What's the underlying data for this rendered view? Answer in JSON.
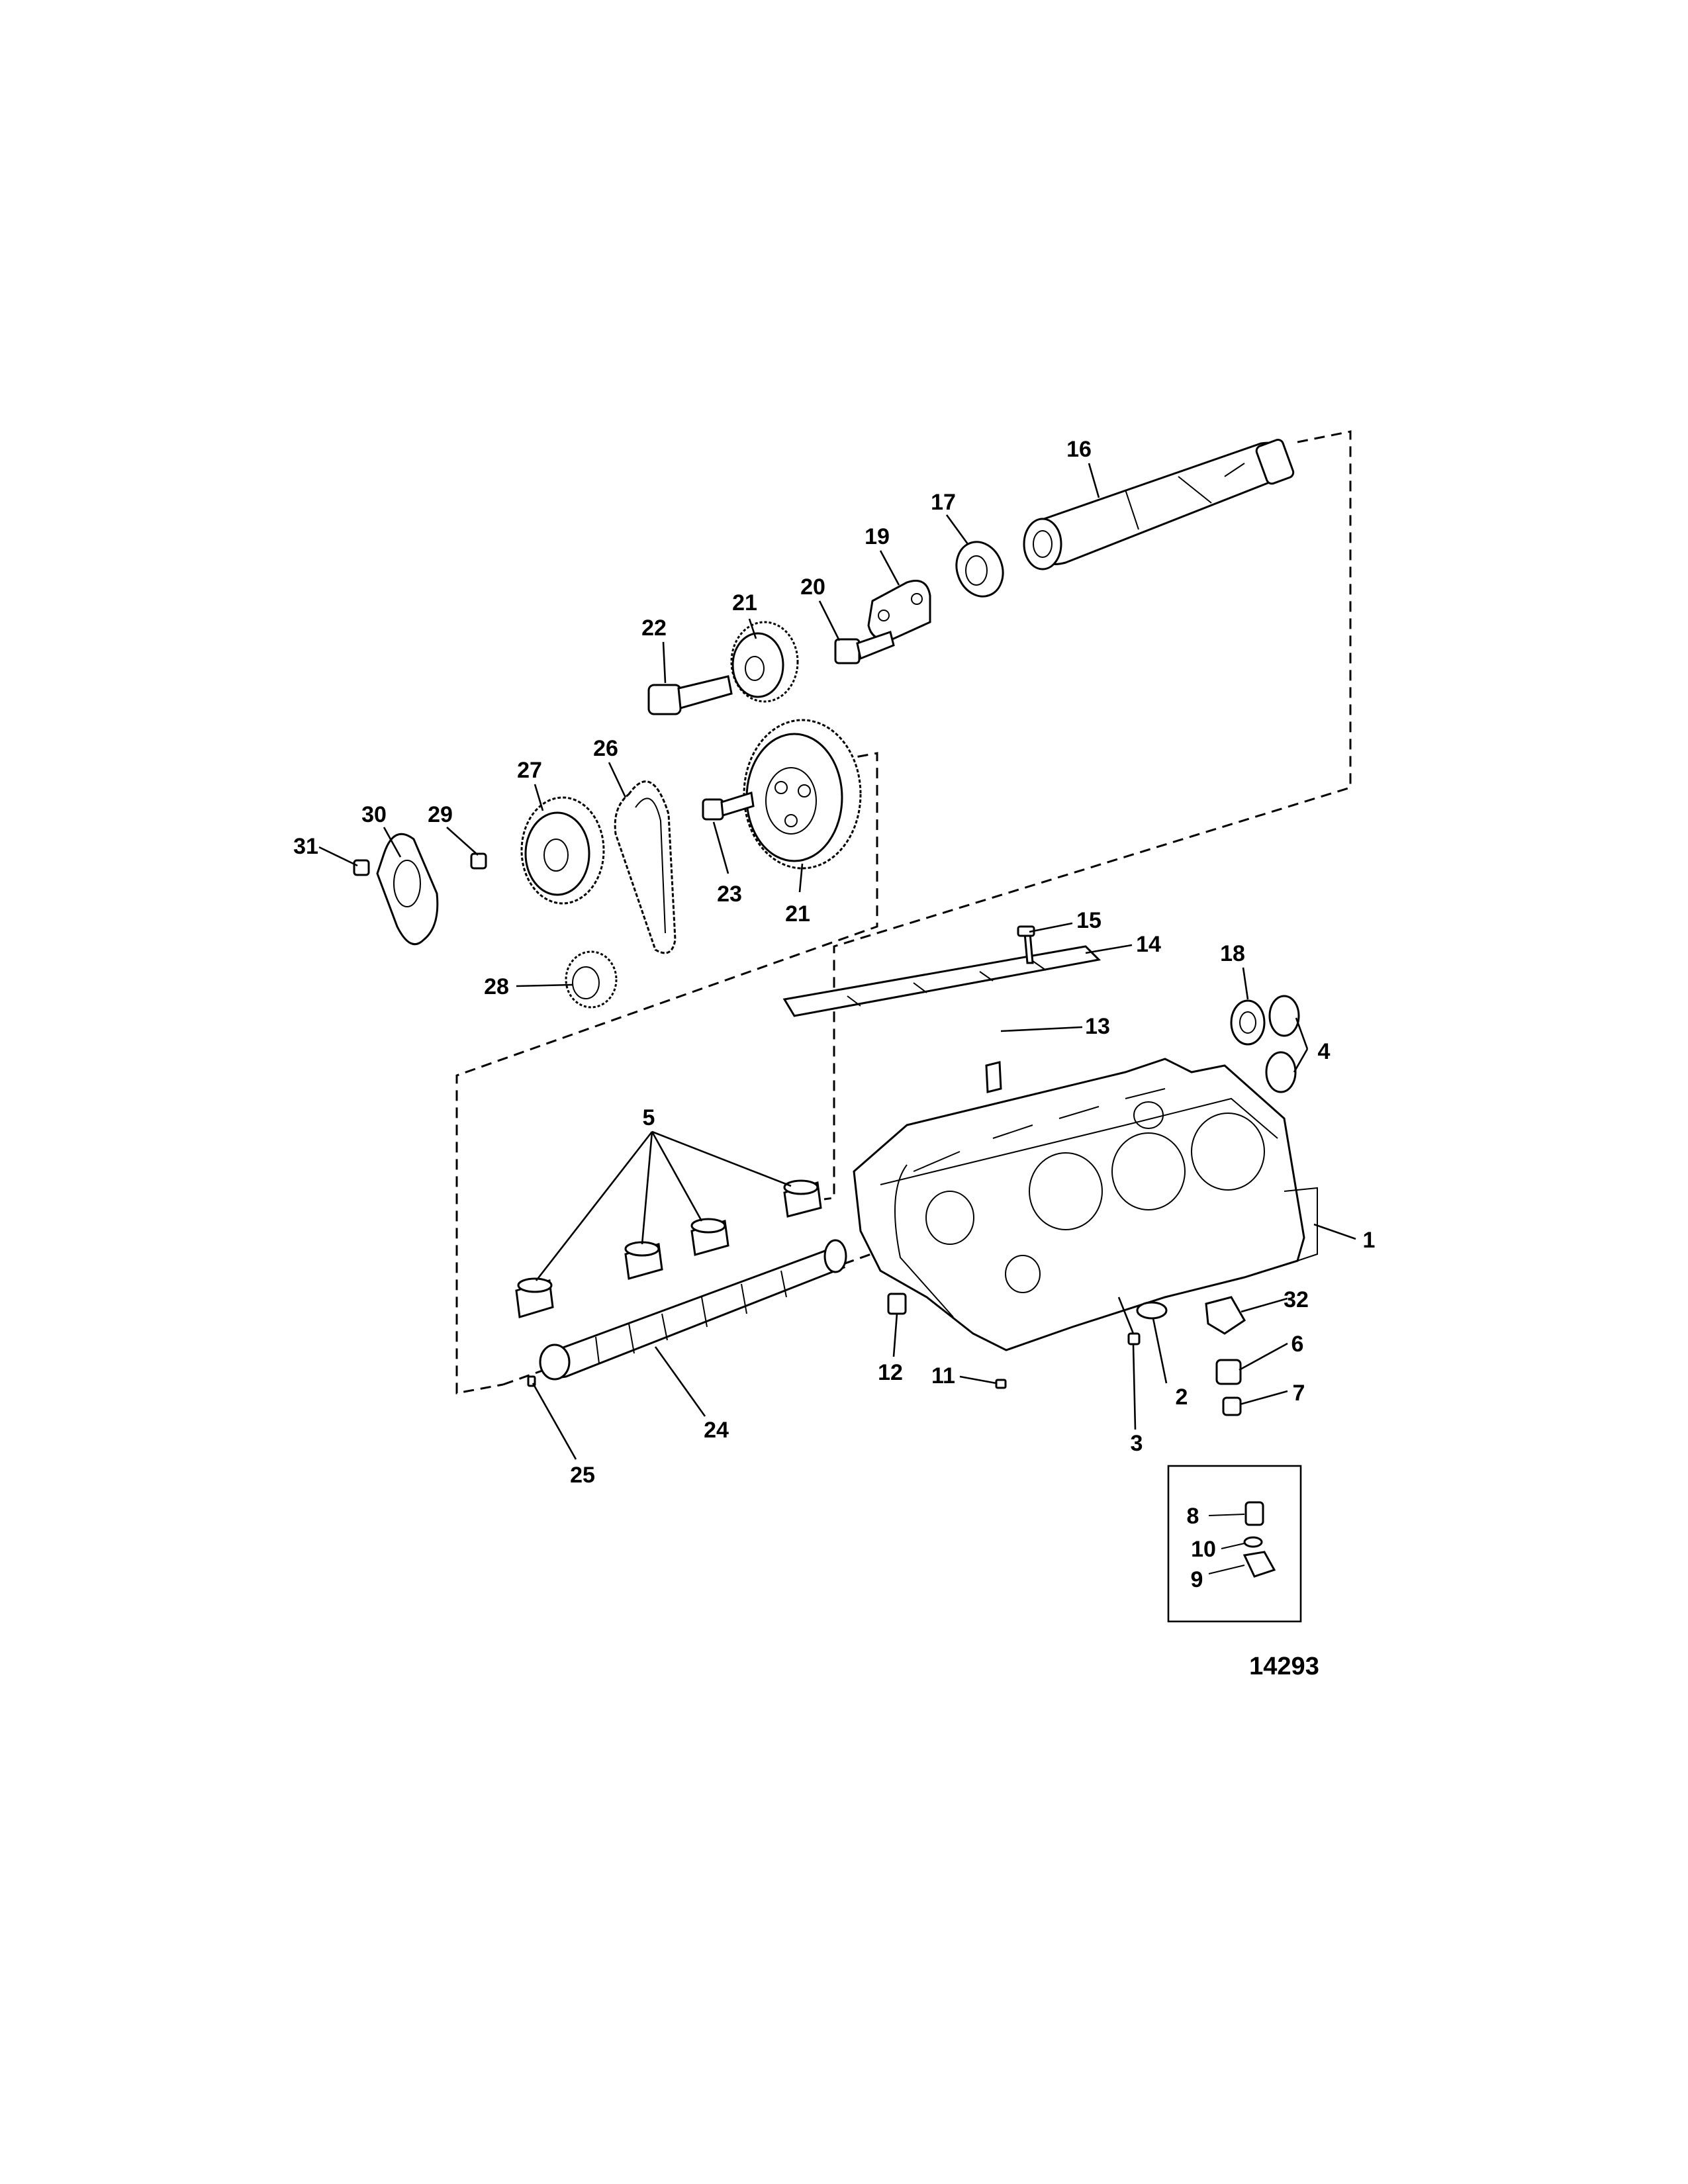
{
  "figure_number": "14293",
  "callouts": {
    "c1": "1",
    "c2": "2",
    "c3": "3",
    "c4": "4",
    "c5": "5",
    "c6": "6",
    "c7": "7",
    "c8": "8",
    "c9": "9",
    "c10": "10",
    "c11": "11",
    "c12": "12",
    "c13": "13",
    "c14": "14",
    "c15": "15",
    "c16": "16",
    "c17": "17",
    "c18": "18",
    "c19": "19",
    "c20": "20",
    "c21a": "21",
    "c21b": "21",
    "c22": "22",
    "c23": "23",
    "c24": "24",
    "c25": "25",
    "c26": "26",
    "c27": "27",
    "c28": "28",
    "c29": "29",
    "c30": "30",
    "c31": "31",
    "c32": "32"
  },
  "parts": {
    "block": "engine-block",
    "balance_shaft": "balance-shaft",
    "camshaft": "camshaft",
    "cam_bearings": "cam-bearing",
    "timing_chain": "timing-chain",
    "cam_sprocket": "camshaft-sprocket",
    "balance_gears": "balance-shaft-gear",
    "thrust_plate": "thrust-plate",
    "lifter_guide": "lifter-guide-retainer",
    "detail_inset": "inset-detail"
  }
}
